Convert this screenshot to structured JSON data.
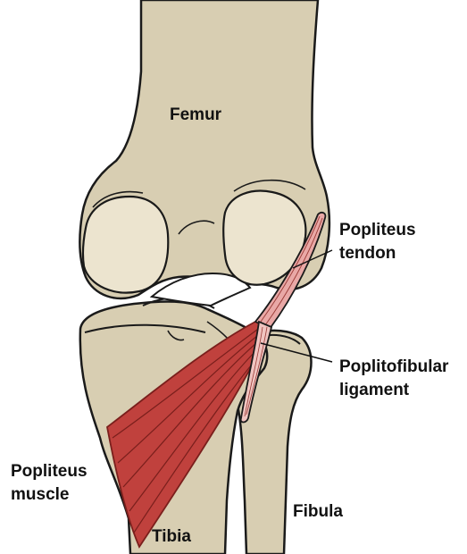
{
  "labels": {
    "femur": "Femur",
    "popliteus_tendon": [
      "Popliteus",
      "tendon"
    ],
    "poplitofibular_ligament": [
      "Poplitofibular",
      "ligament"
    ],
    "popliteus_muscle": [
      "Popliteus",
      "muscle"
    ],
    "tibia": "Tibia",
    "fibula": "Fibula"
  },
  "colors": {
    "bone_fill": "#d8ceb2",
    "bone_outline": "#1a1a1a",
    "muscle_fill": "#c0413d",
    "muscle_fiber": "#7a1f1c",
    "tendon_fill": "#e9a8a6",
    "ligament_fill": "#f0c4c0",
    "label_text": "#111111",
    "leader_line": "#111111"
  }
}
